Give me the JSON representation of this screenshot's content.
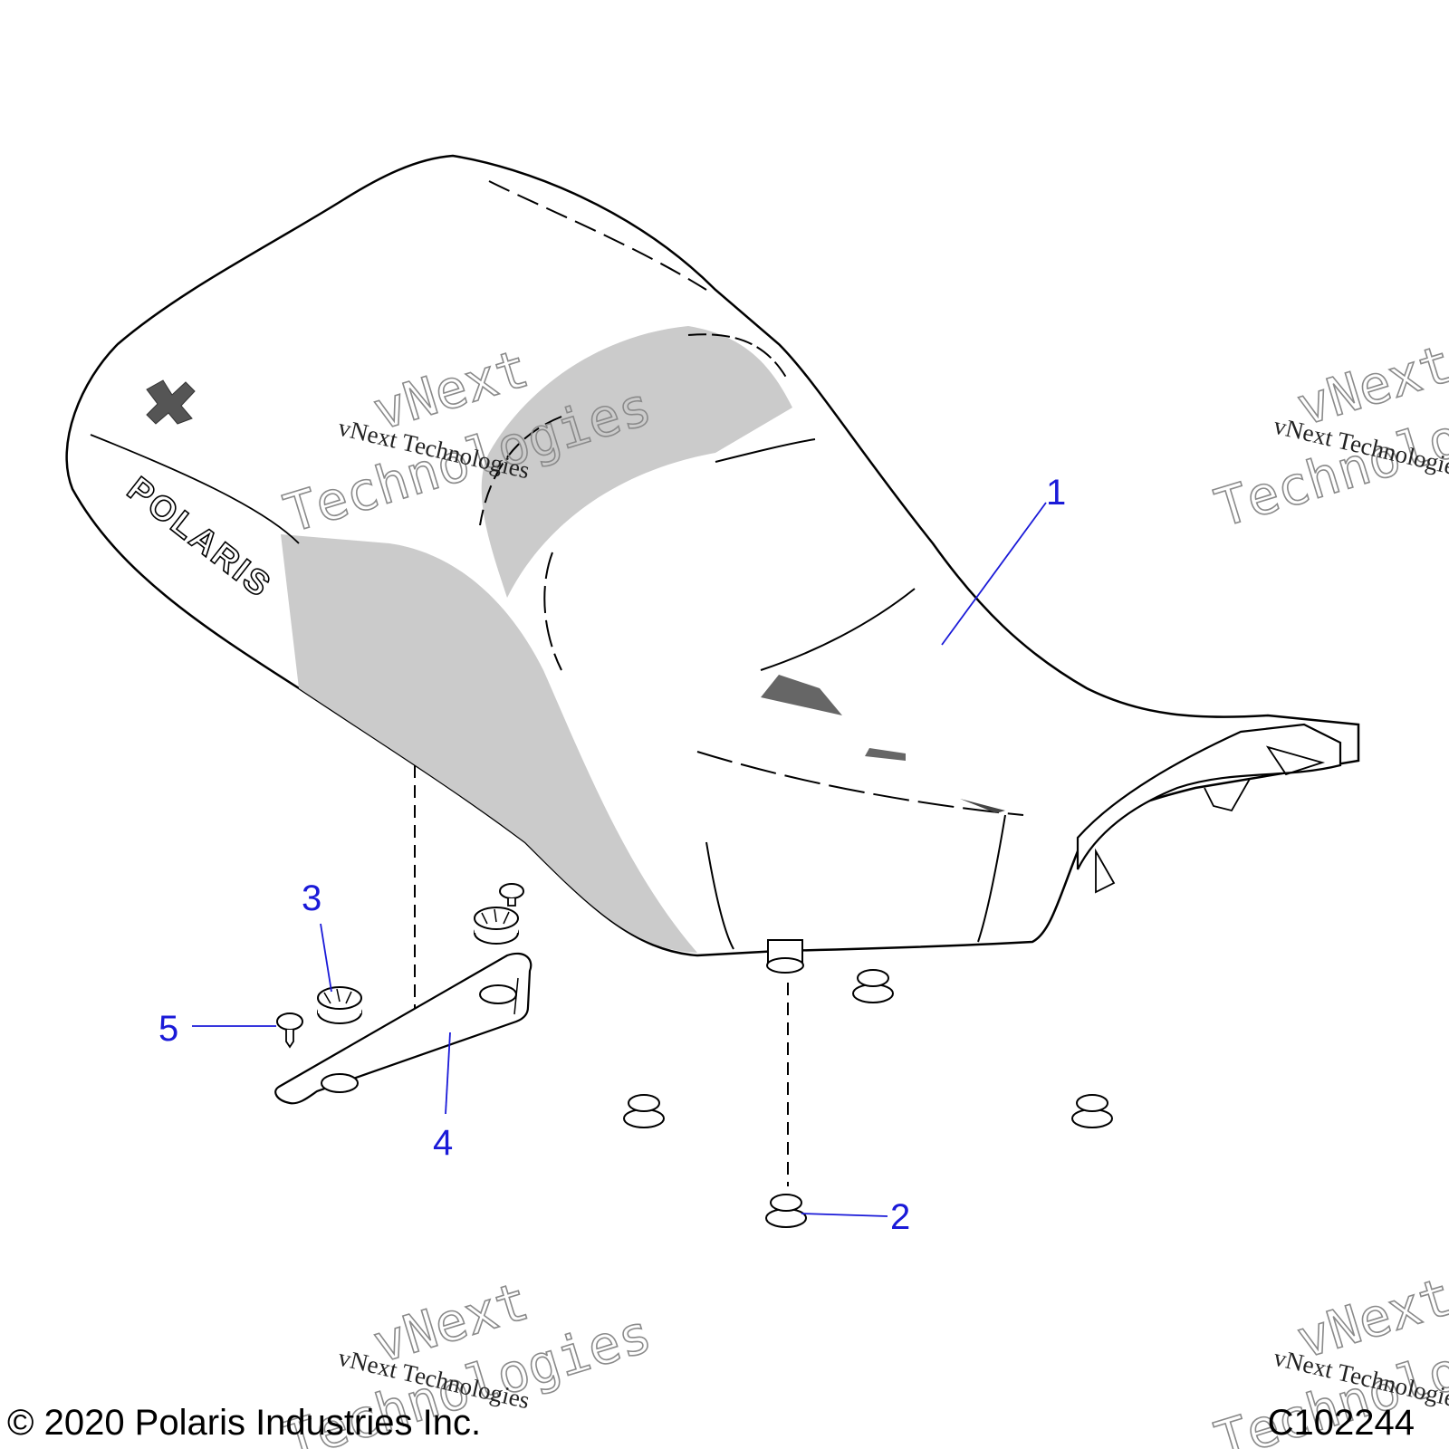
{
  "colors": {
    "callout": "#1a1ad8",
    "line": "#000000",
    "shade": "#cbcbcb"
  },
  "callouts": {
    "c1": "1",
    "c2": "2",
    "c3": "3",
    "c4": "4",
    "c5": "5"
  },
  "seat_logo": "POLARIS",
  "watermark": {
    "big_1": "vNext",
    "big_2": "Technologies",
    "small": "vNext Technologies"
  },
  "footer": {
    "copyright": "© 2020 Polaris Industries Inc.",
    "code": "C102244"
  }
}
